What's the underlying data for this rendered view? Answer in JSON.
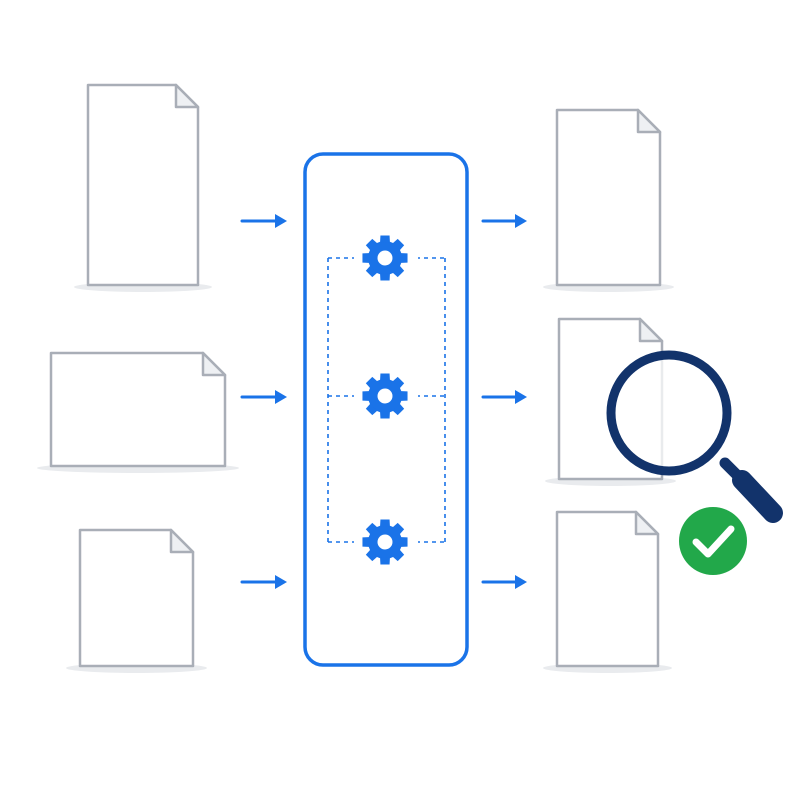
{
  "colors": {
    "accent": "#1a73e8",
    "document_outline": "#a9aeb7",
    "magnifier": "#12336b",
    "success": "#22a84a",
    "background": "#ffffff"
  },
  "input_documents": [
    {
      "orientation": "portrait",
      "icon": "document-icon"
    },
    {
      "orientation": "landscape",
      "icon": "document-icon"
    },
    {
      "orientation": "portrait",
      "icon": "document-icon"
    }
  ],
  "processing": {
    "steps": [
      {
        "icon": "gear-icon"
      },
      {
        "icon": "gear-icon"
      },
      {
        "icon": "gear-icon"
      }
    ]
  },
  "output_documents": [
    {
      "orientation": "portrait",
      "icon": "document-icon"
    },
    {
      "orientation": "portrait",
      "icon": "document-icon"
    },
    {
      "orientation": "portrait",
      "icon": "document-icon"
    }
  ],
  "verification": {
    "magnifier_icon": "magnifying-glass-icon",
    "status_icon": "check-circle-icon",
    "status": "verified"
  }
}
